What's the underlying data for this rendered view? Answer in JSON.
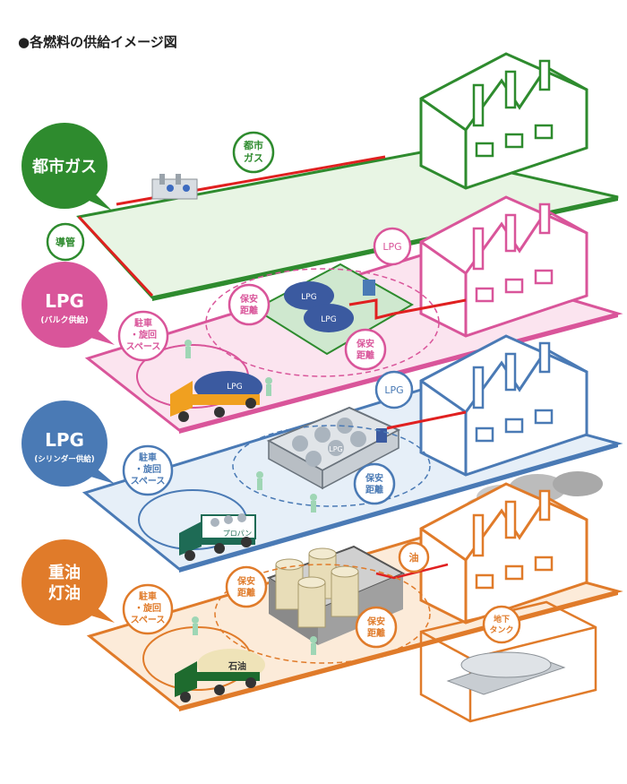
{
  "title": "●各燃料の供給イメージ図",
  "colors": {
    "gas": "#2e8b2e",
    "lpg_bulk": "#d9559a",
    "lpg_cyl": "#4a7ab5",
    "oil": "#e07b2a",
    "pipe_red": "#e02020"
  },
  "gas": {
    "badge": "都市ガス",
    "bubble_line1": "都市",
    "bubble_line2": "ガス",
    "conduit": "導管"
  },
  "lpg_bulk": {
    "badge_main": "LPG",
    "badge_sub": "(バルク供給)",
    "bubble": "LPG",
    "parking_line1": "駐車",
    "parking_line2": "・旋回",
    "parking_line3": "スペース",
    "safety_line1": "保安",
    "safety_line2": "距離",
    "tank_label": "LPG",
    "truck_label": "LPG"
  },
  "lpg_cyl": {
    "badge_main": "LPG",
    "badge_sub": "(シリンダー供給)",
    "bubble": "LPG",
    "parking_line1": "駐車",
    "parking_line2": "・旋回",
    "parking_line3": "スペース",
    "safety_line1": "保安",
    "safety_line2": "距離",
    "cylinder_label": "LPG",
    "truck_label": "プロパン"
  },
  "oil": {
    "badge_line1": "重油",
    "badge_line2": "灯油",
    "bubble": "油",
    "parking_line1": "駐車",
    "parking_line2": "・旋回",
    "parking_line3": "スペース",
    "safety_line1": "保安",
    "safety_line2": "距離",
    "underground_line1": "地下",
    "underground_line2": "タンク",
    "truck_label": "石油"
  }
}
